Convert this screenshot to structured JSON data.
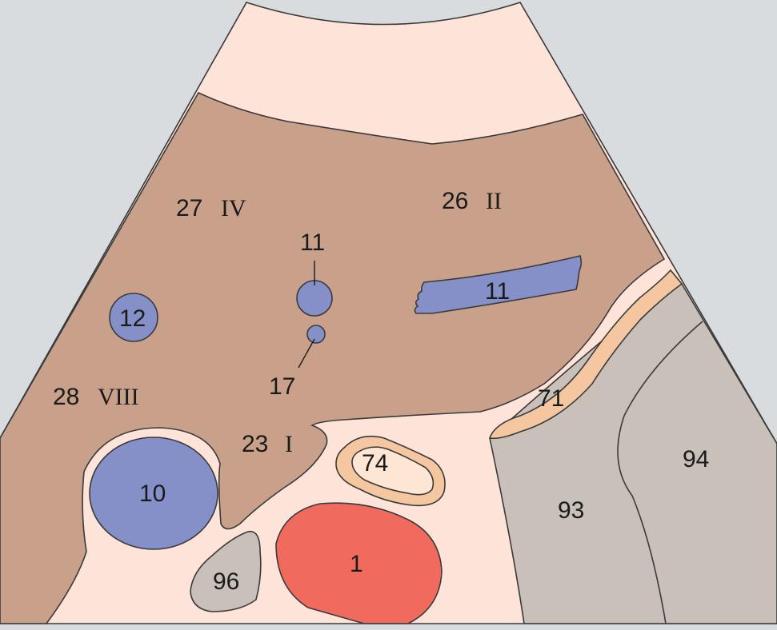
{
  "colors": {
    "background": "#d9dcdf",
    "fan": "#fde3d8",
    "liver": "#c9a08a",
    "vessel": "#8590c8",
    "aorta": "#f06b5d",
    "tan": "#f5c7a0",
    "cream": "#fde6d4",
    "gray": "#c8c0b9"
  },
  "labels": {
    "seg_iv_num": "27",
    "seg_iv_roman": "IV",
    "seg_ii_num": "26",
    "seg_ii_roman": "II",
    "seg_viii_num": "28",
    "seg_viii_roman": "VIII",
    "seg_i_num": "23",
    "seg_i_roman": "I",
    "vein_round": "11",
    "vein_long": "11",
    "vessel_small": "17",
    "vessel_left": "12",
    "ivc": "10",
    "aorta": "1",
    "structure_74": "74",
    "structure_71": "71",
    "structure_93": "93",
    "structure_94": "94",
    "structure_96": "96"
  }
}
